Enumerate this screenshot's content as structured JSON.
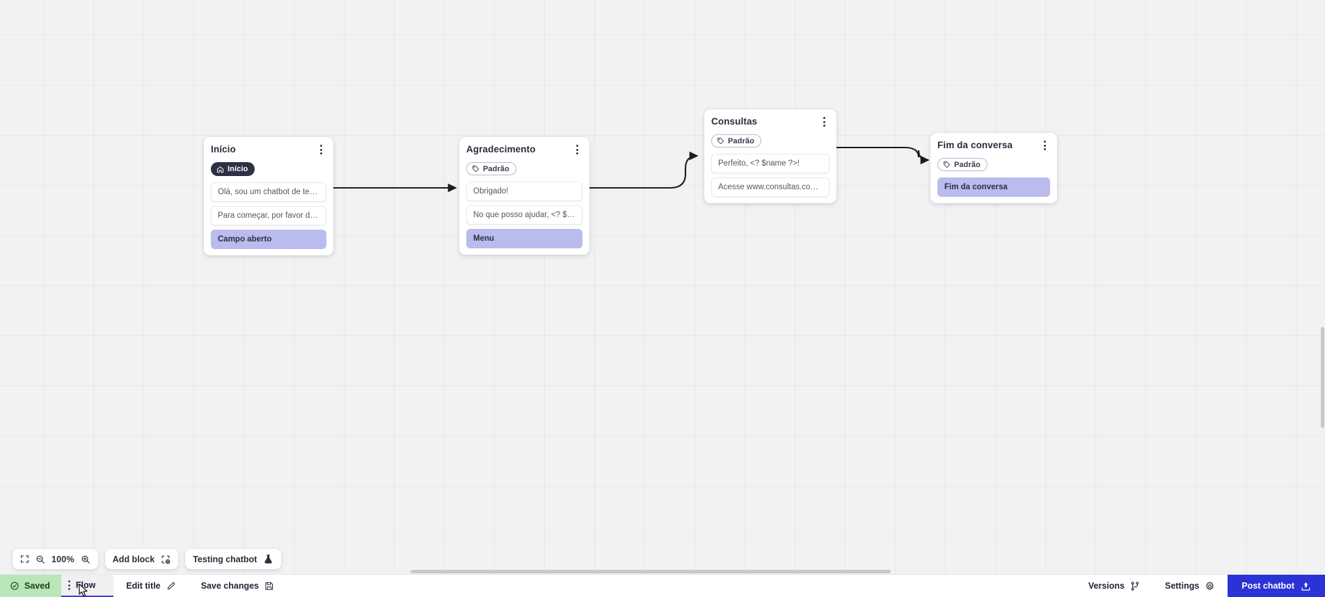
{
  "canvas": {
    "zoom_level": "100%",
    "nodes": [
      {
        "id": "inicio",
        "title": "Início",
        "badge": {
          "label": "Início",
          "icon": "home-icon",
          "style": "start"
        },
        "rows": [
          {
            "text": "Olá, sou um chatbot de teste!",
            "accent": false
          },
          {
            "text": "Para começar, por favor digite o ...",
            "accent": false
          },
          {
            "text": "Campo aberto",
            "accent": true
          }
        ]
      },
      {
        "id": "agradecimento",
        "title": "Agradecimento",
        "badge": {
          "label": "Padrão",
          "icon": "tag-icon",
          "style": "default"
        },
        "rows": [
          {
            "text": "Obrigado!",
            "accent": false
          },
          {
            "text": "No que posso ajudar, <? $name ...",
            "accent": false
          },
          {
            "text": "Menu",
            "accent": true
          }
        ]
      },
      {
        "id": "consultas",
        "title": "Consultas",
        "badge": {
          "label": "Padrão",
          "icon": "tag-icon",
          "style": "default"
        },
        "rows": [
          {
            "text": "Perfeito, <? $name ?>!",
            "accent": false
          },
          {
            "text": "Acesse www.consultas.com par...",
            "accent": false
          }
        ]
      },
      {
        "id": "fim-da-conversa",
        "title": "Fim da conversa",
        "badge": {
          "label": "Padrão",
          "icon": "tag-icon",
          "style": "default"
        },
        "rows": [
          {
            "text": "Fim da conversa",
            "accent": true
          }
        ]
      }
    ]
  },
  "float_toolbar": {
    "fit_icon": "fit-screen-icon",
    "zoom_out_icon": "zoom-out-icon",
    "zoom_level": "100%",
    "zoom_in_icon": "zoom-in-icon",
    "add_block_label": "Add block",
    "add_block_icon": "add-block-icon",
    "testing_chatbot_label": "Testing chatbot",
    "testing_chatbot_icon": "flask-icon"
  },
  "status_bar": {
    "saved_label": "Saved",
    "saved_icon": "check-circle-icon",
    "flow_tab_label": "Flow",
    "flow_drag_icon": "drag-handle-icon",
    "edit_title_label": "Edit title",
    "edit_title_icon": "pencil-icon",
    "save_changes_label": "Save changes",
    "save_changes_icon": "floppy-disk-icon",
    "versions_label": "Versions",
    "versions_icon": "branch-icon",
    "settings_label": "Settings",
    "settings_icon": "gear-icon",
    "post_chatbot_label": "Post chatbot",
    "post_chatbot_icon": "upload-icon"
  },
  "colors": {
    "accent_row": "#b9bced",
    "saved_green": "#b8e6b8",
    "primary_blue": "#2b32d6",
    "badge_dark": "#2f3043",
    "canvas_bg": "#f2f2f3"
  }
}
